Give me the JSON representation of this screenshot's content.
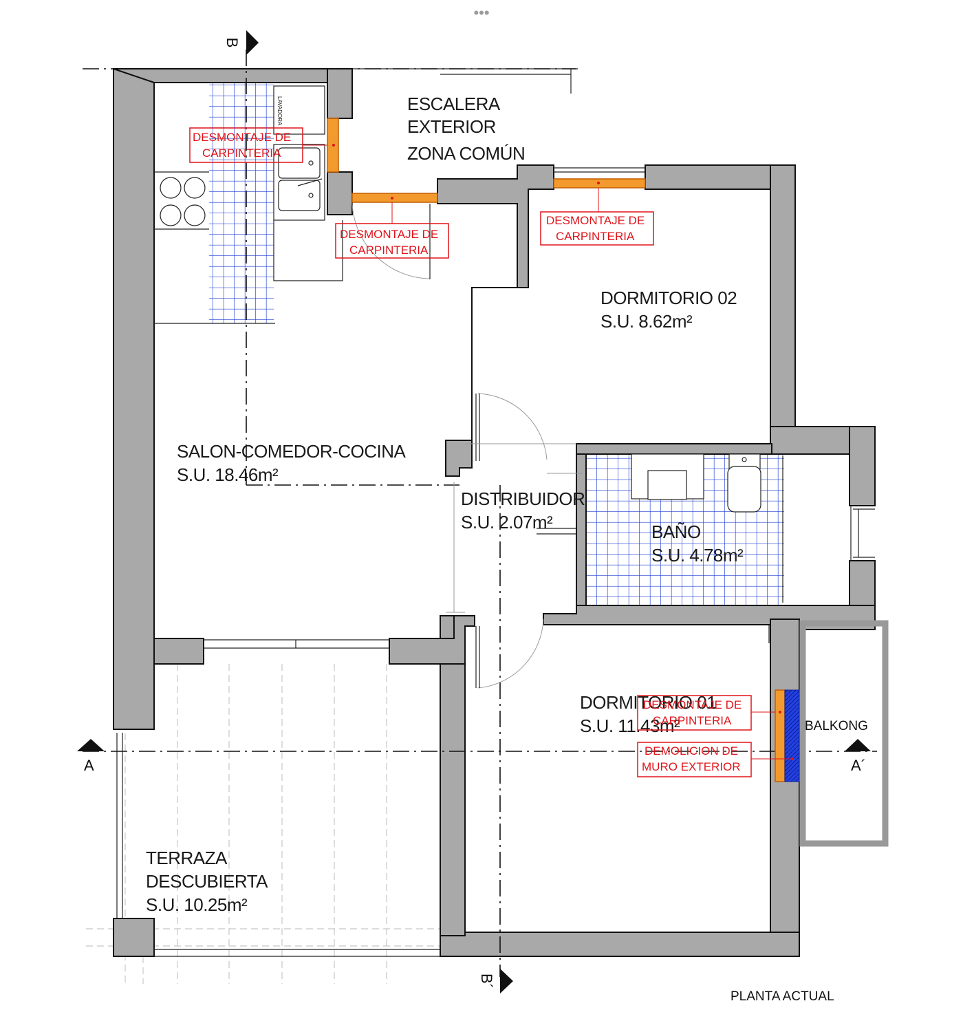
{
  "colors": {
    "wall": "#a9a9a9",
    "tile": "#1f3fd6",
    "demolition_red": "#e0141b",
    "carpentry_orange": "#f29a2e",
    "wall_demolition_blue": "#2342e0",
    "balcony_outline": "#999999"
  },
  "window_handle": "•••",
  "rooms": {
    "escalera": [
      "ESCALERA",
      "EXTERIOR",
      "ZONA COMÚN"
    ],
    "dormitorio02": {
      "name": "DORMITORIO 02",
      "area": "S.U. 8.62m²"
    },
    "salon": {
      "name": "SALON-COMEDOR-COCINA",
      "area": "S.U. 18.46m²"
    },
    "distribuidor": {
      "name": "DISTRIBUIDOR",
      "area": "S.U. 2.07m²"
    },
    "bano": {
      "name": "BAÑO",
      "area": "S.U. 4.78m²"
    },
    "dormitorio01": {
      "name": "DORMITORIO 01",
      "area": "S.U. 11.43m²"
    },
    "terraza": [
      "TERRAZA",
      "DESCUBIERTA",
      "S.U. 10.25m²"
    ],
    "balkong": "BALKONG"
  },
  "appliance_label": "LAVADORA",
  "annotations": [
    [
      "DESMONTAJE DE",
      "CARPINTERIA"
    ],
    [
      "DESMONTAJE DE",
      "CARPINTERIA"
    ],
    [
      "DESMONTAJE DE",
      "CARPINTERIA"
    ],
    [
      "DESMONTAJE DE",
      "CARPINTERIA"
    ],
    [
      "DEMOLICION DE",
      "MURO EXTERIOR"
    ]
  ],
  "section_marks": {
    "a": "A",
    "a_prime": "A´",
    "b": "B",
    "b_prime": "B´"
  },
  "drawing_title": "PLANTA ACTUAL"
}
